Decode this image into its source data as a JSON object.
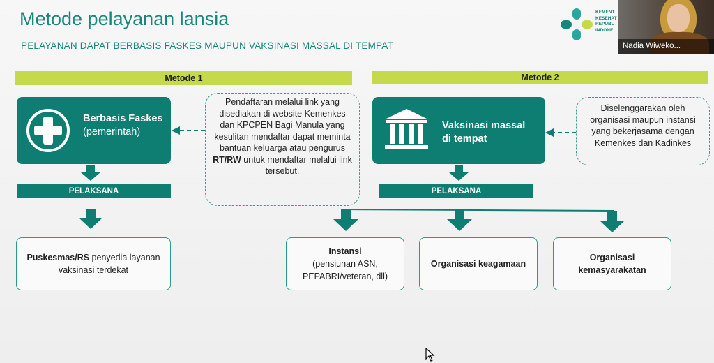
{
  "slide": {
    "title": "Metode pelayanan lansia",
    "subtitle": "PELAYANAN DAPAT BERBASIS FASKES MAUPUN VAKSINASI MASSAL DI TEMPAT"
  },
  "logo": {
    "text_lines": [
      "KEMENT",
      "KESEHAT",
      "REPUBL",
      "INDONE"
    ]
  },
  "video": {
    "participant_name": "Nadia Wiweko..."
  },
  "method1": {
    "header": "Metode 1",
    "box_title": "Berbasis Faskes",
    "box_subtitle": "(pemerintah)",
    "pelaksana": "PELAKSANA",
    "note_pre": "Pendaftaran melalui link yang disediakan di website Kemenkes dan KPCPEN Bagi Manula yang kesulitan mendaftar dapat meminta bantuan keluarga atau pengurus ",
    "note_bold": "RT/RW",
    "note_post": " untuk mendaftar melalui link tersebut.",
    "target_bold": "Puskesmas/RS",
    "target_rest": " penyedia layanan vaksinasi terdekat"
  },
  "method2": {
    "header": "Metode 2",
    "box_title": "Vaksinasi massal di tempat",
    "pelaksana": "PELAKSANA",
    "note": "Diselenggarakan oleh organisasi maupun instansi yang bekerjasama dengan Kemenkes dan Kadinkes",
    "targets": [
      {
        "title": "Instansi",
        "sub": "(pensiunan ASN, PEPABRI/veteran, dll)"
      },
      {
        "title": "Organisasi keagamaan",
        "sub": ""
      },
      {
        "title": "Organisasi kemasyarakatan",
        "sub": ""
      }
    ]
  },
  "colors": {
    "teal": "#0e7d72",
    "lime": "#c5da4a",
    "title": "#17877c"
  },
  "icons": [
    "plus-cross-icon",
    "building-columns-icon",
    "cursor-icon"
  ]
}
